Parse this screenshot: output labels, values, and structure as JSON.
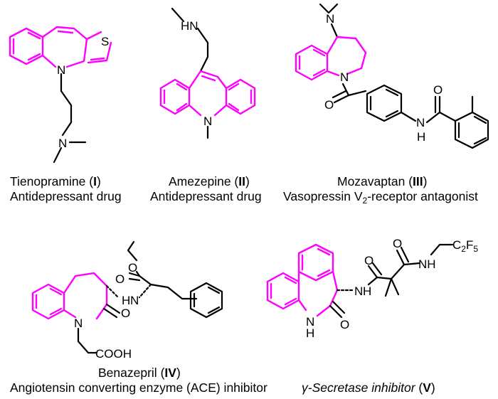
{
  "compounds": [
    {
      "name": "Tienopramine",
      "numeral": "I",
      "role": "Antidepressant drug"
    },
    {
      "name": "Amezepine",
      "numeral": "II",
      "role": "Antidepressant drug"
    },
    {
      "name": "Mozavaptan",
      "numeral": "III",
      "role_prefix": "Vasopressin V",
      "role_sub": "2",
      "role_suffix": "-receptor antagonist"
    },
    {
      "name": "Benazepril",
      "numeral": "IV",
      "role": "Angiotensin converting enzyme (ACE) inhibitor"
    },
    {
      "name": "γ-Secretase inhibitor",
      "numeral": "V"
    }
  ],
  "atoms": {
    "S": "S",
    "N": "N",
    "HN": "HN",
    "O": "O",
    "H": "H",
    "NH": "NH",
    "COOH": "COOH",
    "C": "C",
    "F": "F",
    "sub2": "2",
    "sub5": "5"
  },
  "colors": {
    "scaffold": "#ff00ff",
    "bond": "#000000"
  }
}
